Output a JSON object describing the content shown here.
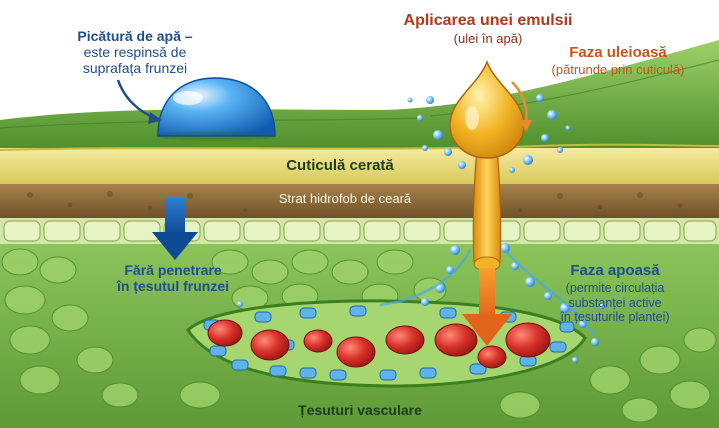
{
  "colors": {
    "water_blue": "#2d8fe0",
    "label_blue": "#1f4e8c",
    "label_orange": "#c8541a",
    "oil_amber": "#e9a514",
    "leaf_green": "#6fae3f",
    "cuticle_yellow": "#e8dd72",
    "wax_brown": "#8b6a3a",
    "cell_red": "#d8322a"
  },
  "water_drop": {
    "title": "Picătură de apă –",
    "line1": "este respinsă de",
    "line2": "suprafața frunzei"
  },
  "emulsion": {
    "title": "Aplicarea unei emulsii",
    "subtitle": "(ulei în apă)"
  },
  "oil_phase": {
    "title": "Faza uleioasă",
    "subtitle": "(pătrunde prin cuticulă)"
  },
  "layers": {
    "cuticle": "Cuticulă cerată",
    "wax": "Strat hidrofob de ceară"
  },
  "no_penetration": {
    "line1": "Fără penetrare",
    "line2": "în țesutul frunzei"
  },
  "water_phase": {
    "title": "Faza apoasă",
    "line1": "(permite circulația",
    "line2": "substanței active",
    "line3": "în țesuturile plantei)"
  },
  "vascular": {
    "label": "Țesuturi vasculare"
  },
  "icons": {
    "down_arrow": "down-arrow-icon",
    "drop": "water-drop-icon",
    "oil_drop": "oil-drop-icon"
  }
}
